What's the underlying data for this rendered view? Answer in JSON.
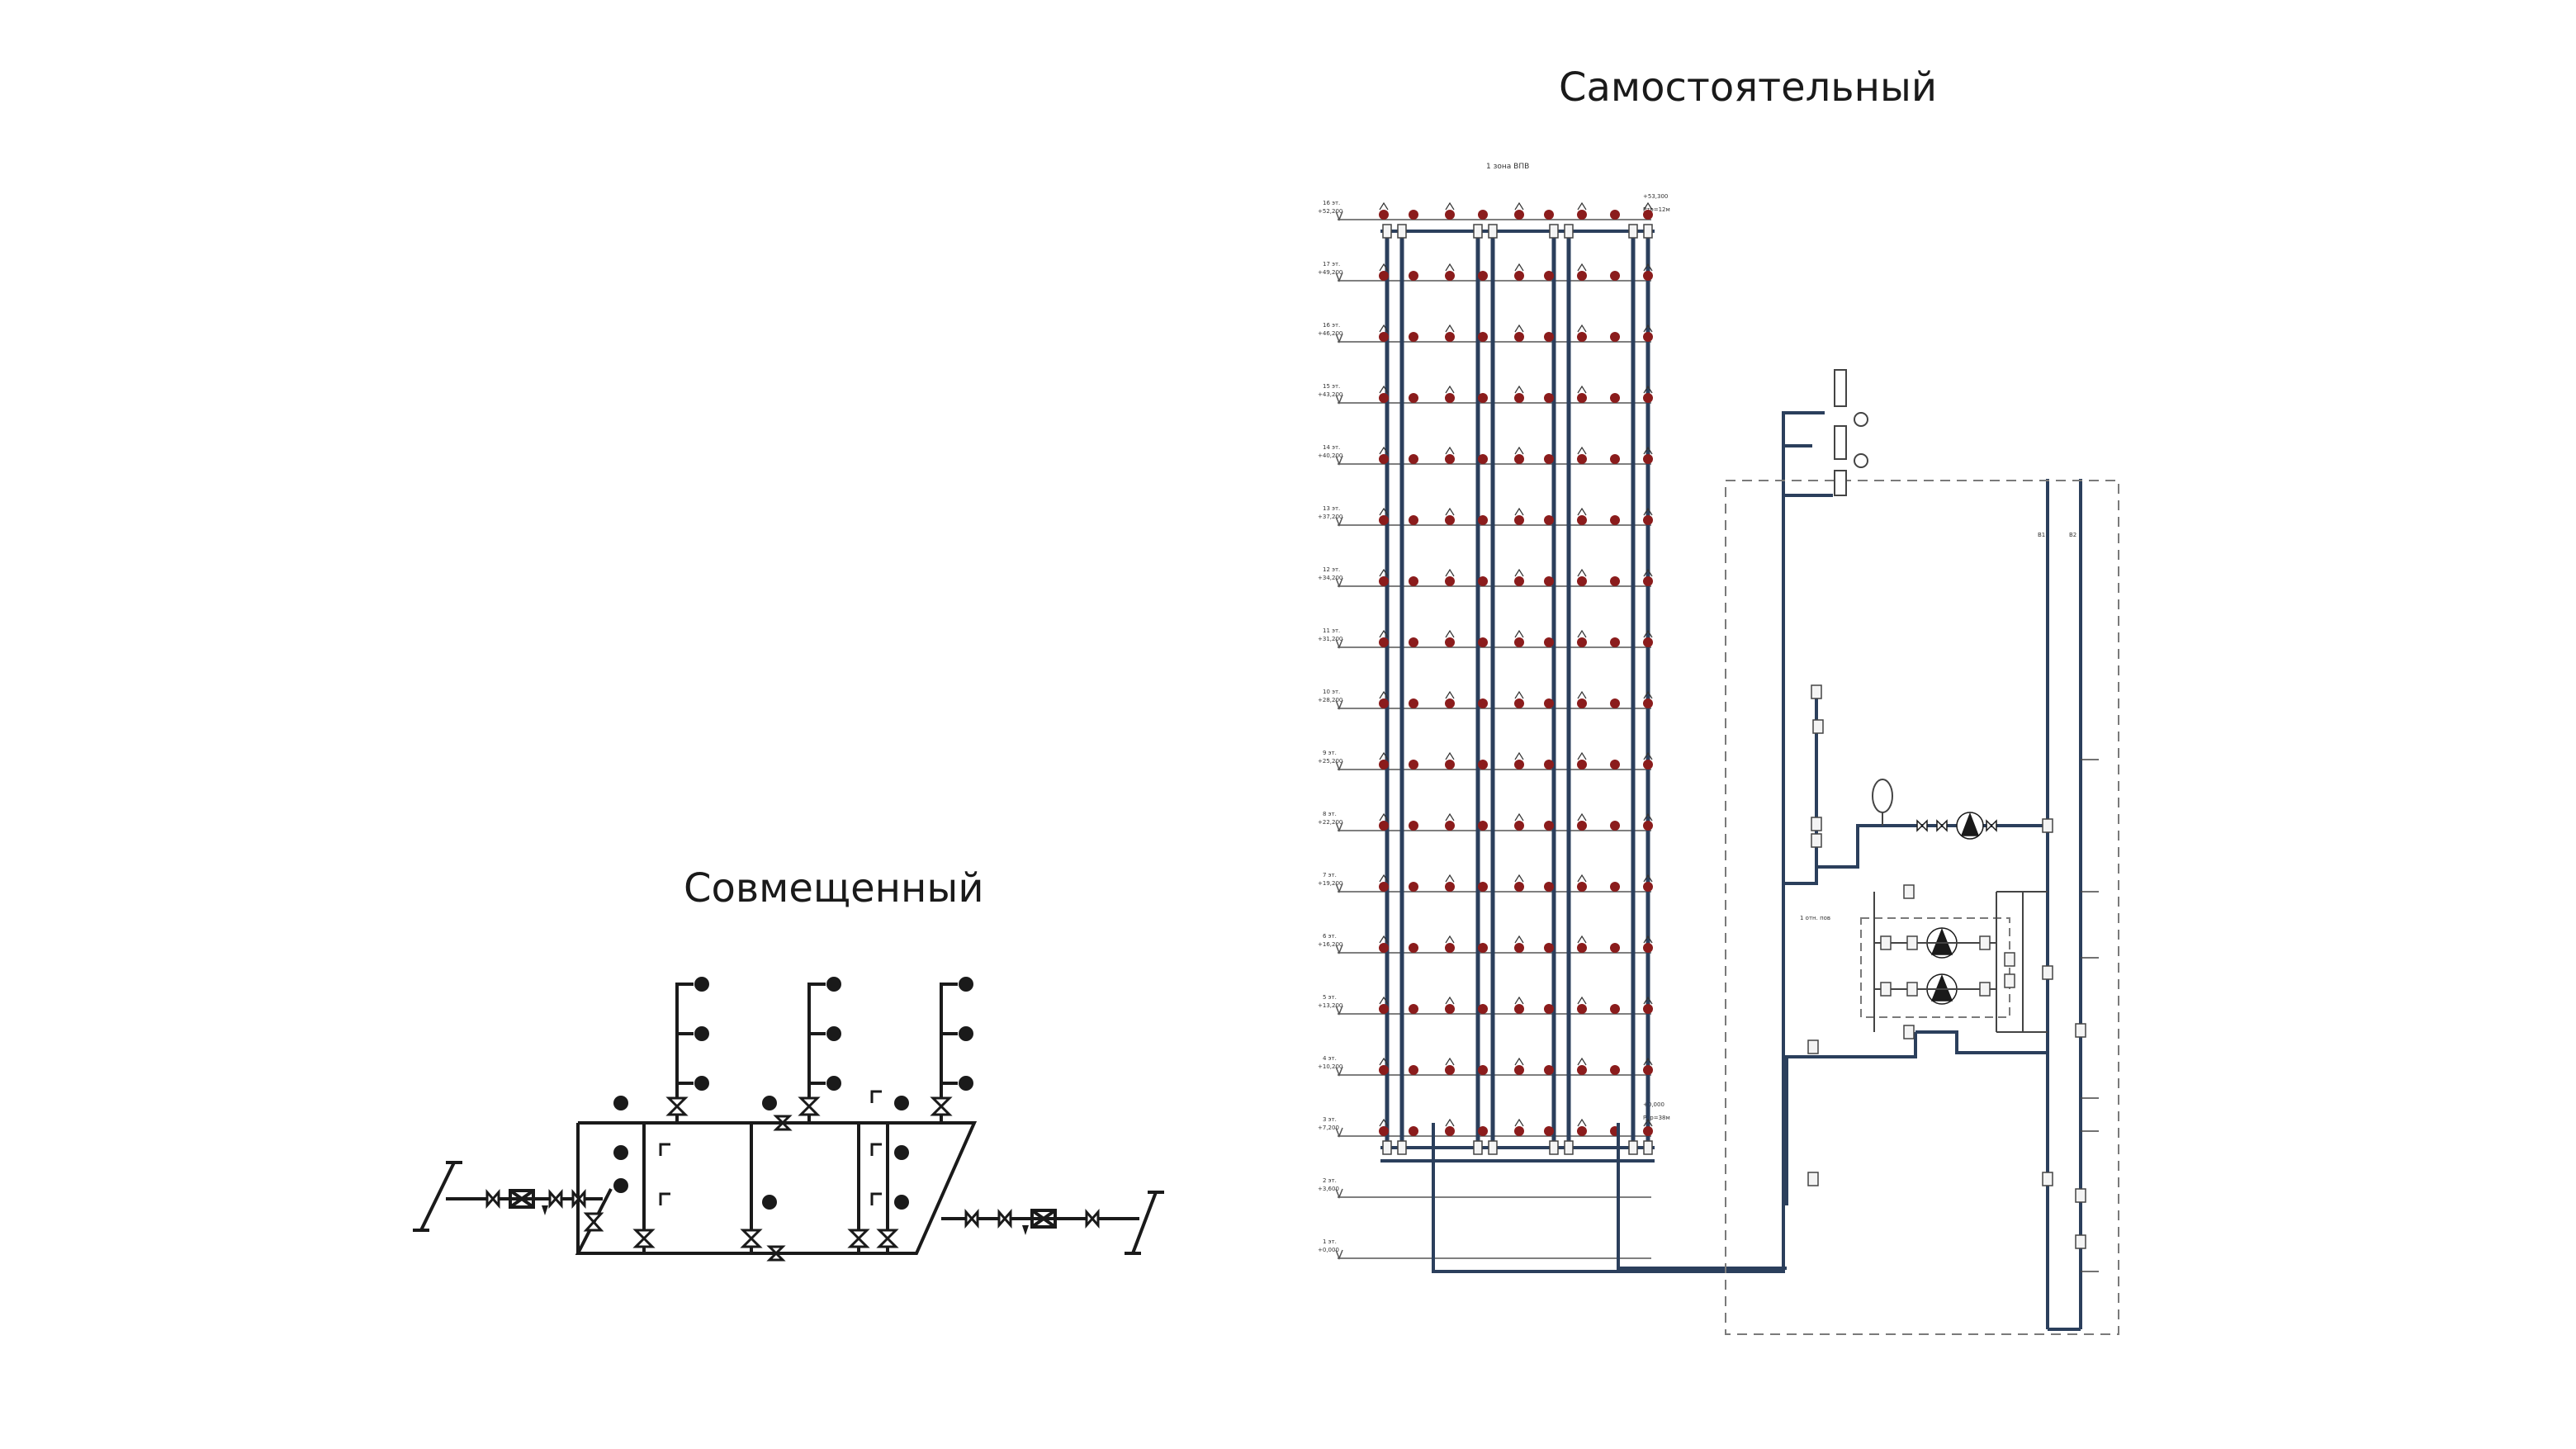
{
  "titles": {
    "combined": "Совмещенный",
    "separate": "Самостоятельный"
  },
  "separate_scheme": {
    "zone_label": "1 зона ВПВ",
    "pump_group_label": "1 отн. пов",
    "riser_labels": [
      "В1",
      "В2"
    ],
    "top_mark": "+53,300",
    "top_pressure": "Ртр=12м",
    "bottom_mark": "+0,000",
    "bottom_pressure": "Ртр=38м",
    "floors": [
      {
        "name": "16 эт.",
        "mark": "+52,200"
      },
      {
        "name": "17 эт.",
        "mark": "+49,200"
      },
      {
        "name": "16 эт.",
        "mark": "+46,200"
      },
      {
        "name": "15 эт.",
        "mark": "+43,200"
      },
      {
        "name": "14 эт.",
        "mark": "+40,200"
      },
      {
        "name": "13 эт.",
        "mark": "+37,200"
      },
      {
        "name": "12 эт.",
        "mark": "+34,200"
      },
      {
        "name": "11 эт.",
        "mark": "+31,200"
      },
      {
        "name": "10 эт.",
        "mark": "+28,200"
      },
      {
        "name": "9 эт.",
        "mark": "+25,200"
      },
      {
        "name": "8 эт.",
        "mark": "+22,200"
      },
      {
        "name": "7 эт.",
        "mark": "+19,200"
      },
      {
        "name": "6 эт.",
        "mark": "+16,200"
      },
      {
        "name": "5 эт.",
        "mark": "+13,200"
      },
      {
        "name": "4 эт.",
        "mark": "+10,200"
      },
      {
        "name": "3 эт.",
        "mark": "+7,200"
      },
      {
        "name": "2 эт.",
        "mark": "+3,600"
      },
      {
        "name": "1 эт.",
        "mark": "+0,000"
      }
    ]
  },
  "colors": {
    "line": "#1a1a1a",
    "riser": "#2b3f5c",
    "hydrant": "#8b1c1c",
    "dashed": "#7a7a7a"
  }
}
